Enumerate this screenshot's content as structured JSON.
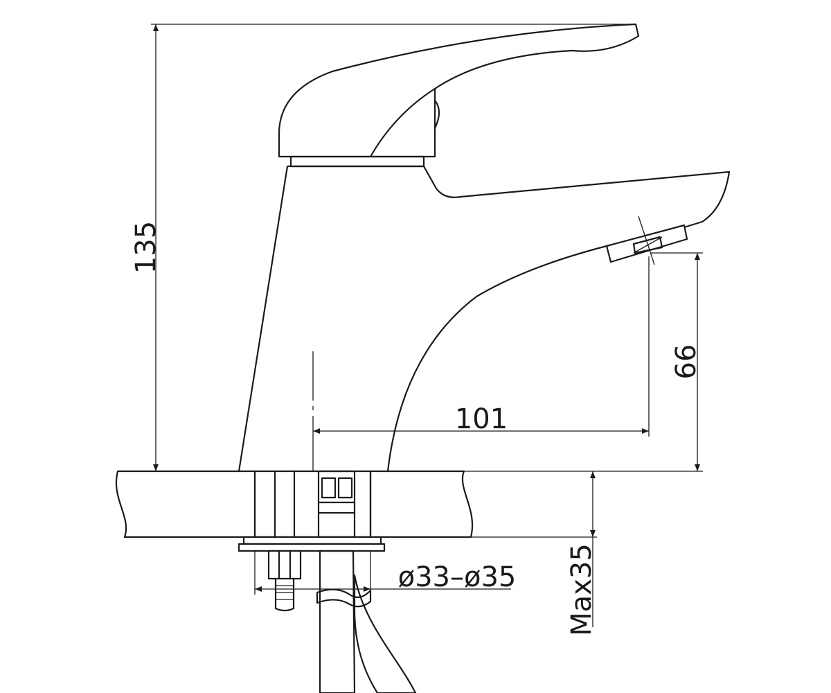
{
  "drawing": {
    "dimensions": {
      "total_height": "135",
      "spout_height": "66",
      "spout_reach": "101",
      "hole_diameter": "ø33–ø35",
      "max_thickness": "Max35"
    },
    "colors": {
      "line": "#1a1a1a",
      "background": "#ffffff"
    }
  }
}
